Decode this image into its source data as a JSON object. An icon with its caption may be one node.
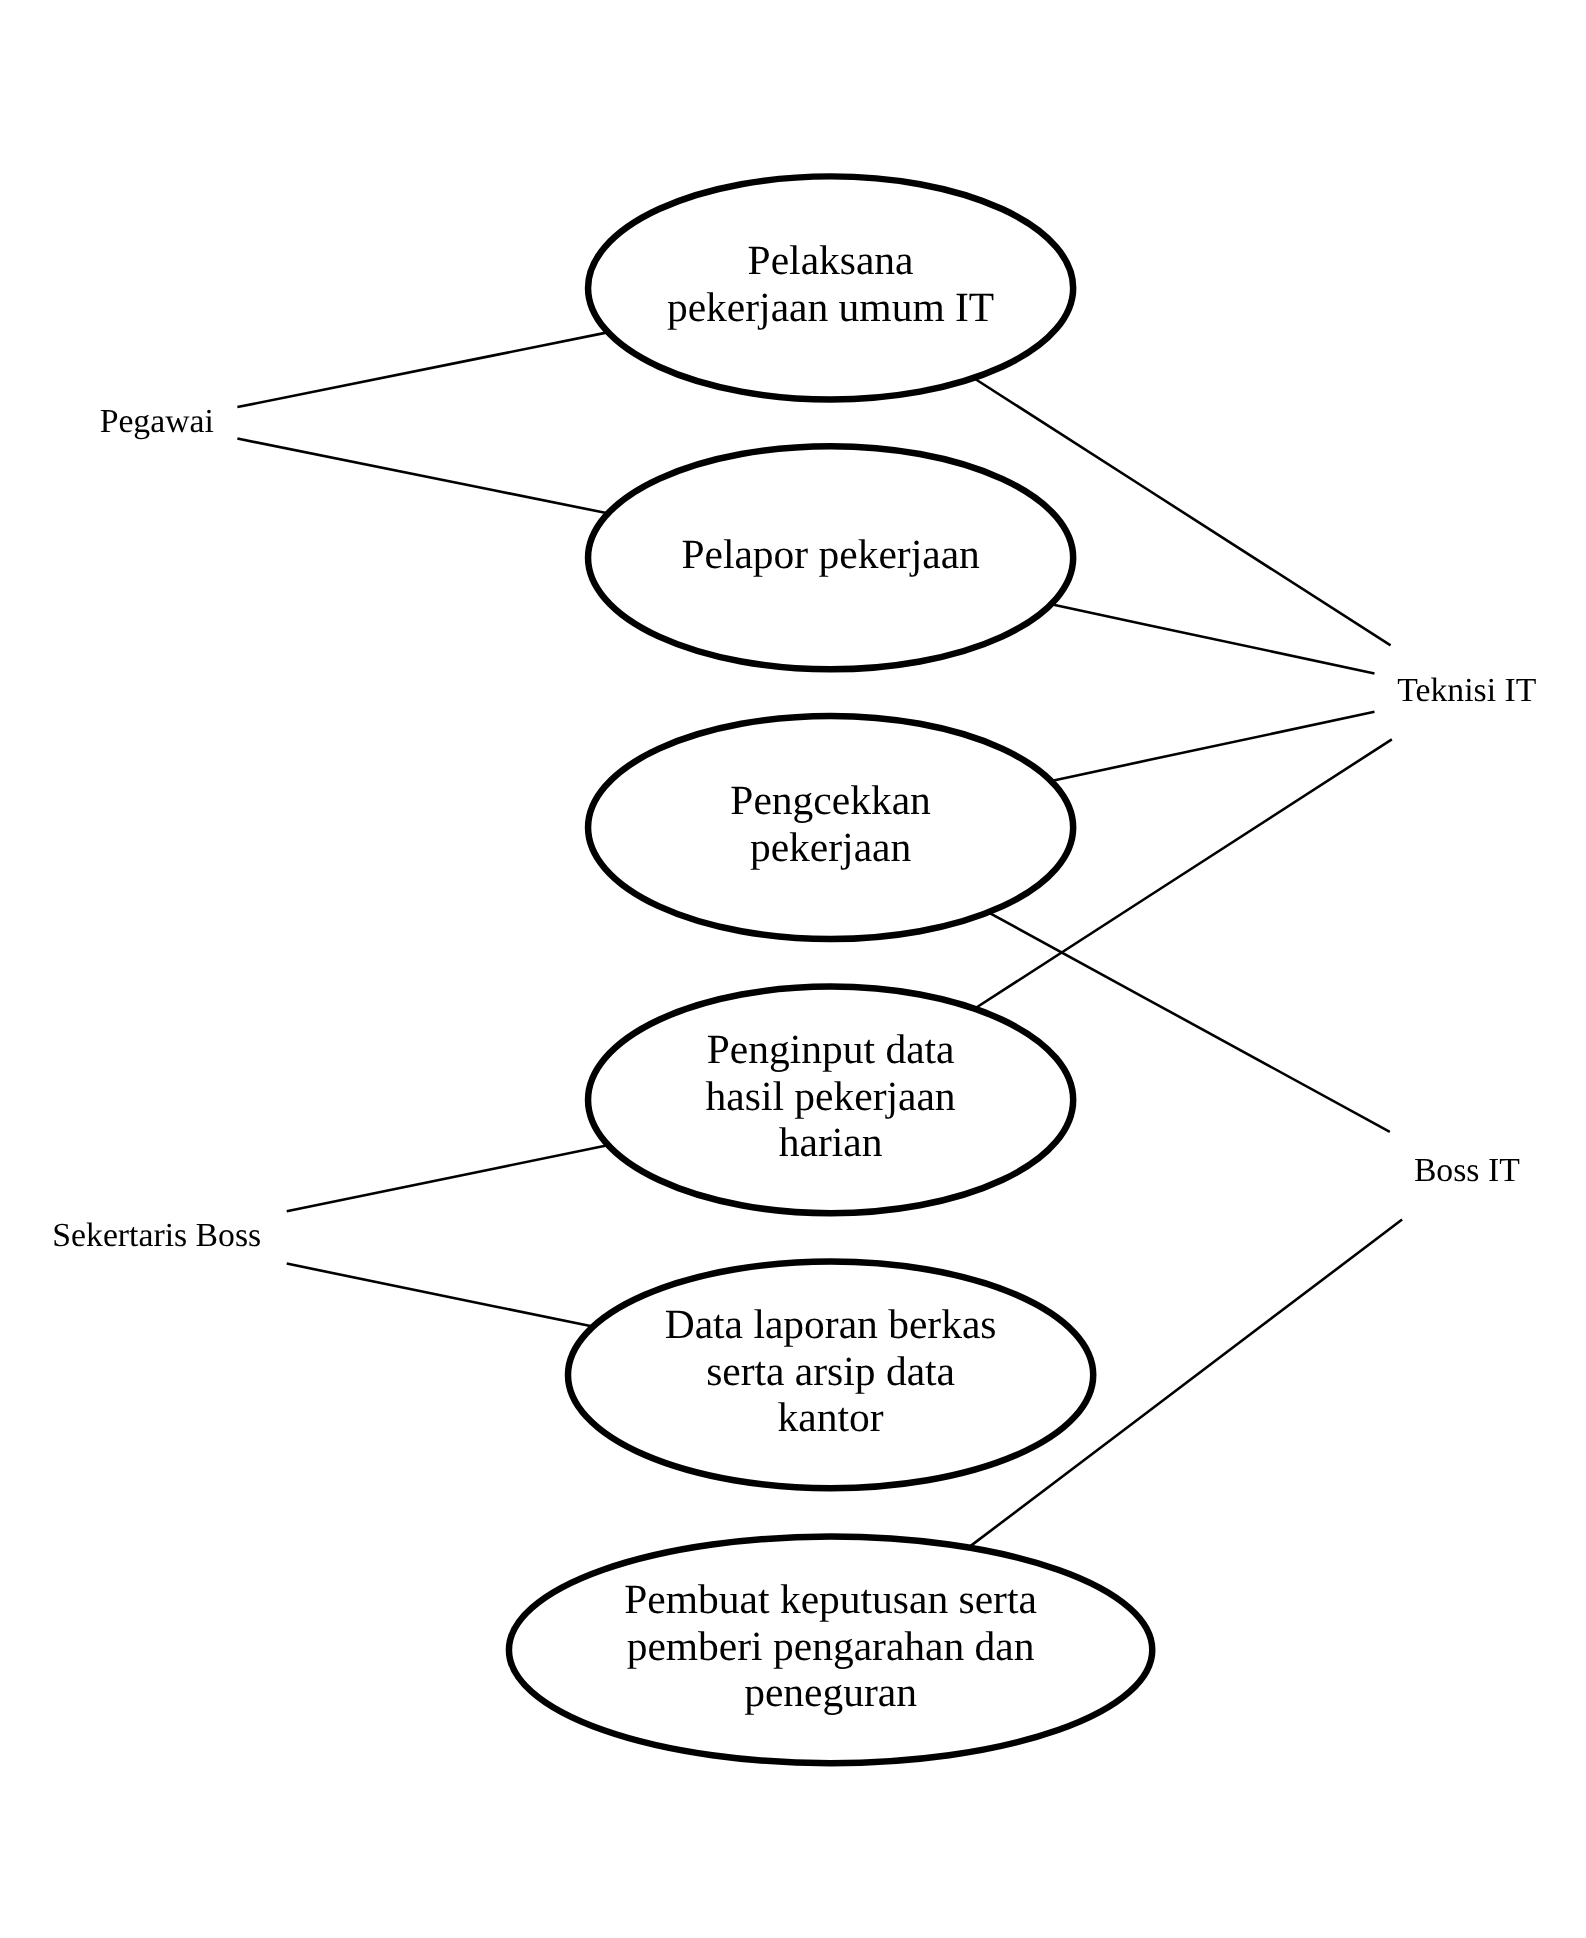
{
  "diagram": {
    "nodes": [
      {
        "text": [
          "Pelaksana pekerjaan umum IT"
        ]
      },
      {
        "text": [
          "Pegawai"
        ]
      },
      {
        "text": [
          "Pelapor pekerjaan"
        ]
      },
      {
        "text": [
          "Teknisi IT"
        ]
      },
      {
        "text": [
          "Pengcekkan pekerjaan"
        ]
      },
      {
        "text": [
          "Penginput data hasil pekerjaan harian"
        ]
      },
      {
        "text": [
          "Sekertaris Boss"
        ]
      },
      {
        "text": [
          "Boss IT"
        ]
      },
      {
        "text": [
          "Data laporan berkas serta arsip data kantor"
        ]
      },
      {
        "text": [
          "Pembuat keputusan serta pemberi pengarahan dan peneguran"
        ]
      }
    ],
    "edges": [
      {
        "from": 1,
        "to": 0,
        "arrow": "none"
      },
      {
        "from": 1,
        "to": 2,
        "arrow": "none"
      },
      {
        "from": 0,
        "to": 3,
        "arrow": "none"
      },
      {
        "from": 2,
        "to": 3,
        "arrow": "none"
      },
      {
        "from": 4,
        "to": 3,
        "arrow": "none"
      },
      {
        "from": 5,
        "to": 3,
        "arrow": "none"
      },
      {
        "from": 6,
        "to": 5,
        "arrow": "none"
      },
      {
        "from": 6,
        "to": 8,
        "arrow": "none"
      },
      {
        "from": 4,
        "to": 7,
        "arrow": "none"
      },
      {
        "from": 9,
        "to": 7,
        "arrow": "none"
      }
    ]
  }
}
